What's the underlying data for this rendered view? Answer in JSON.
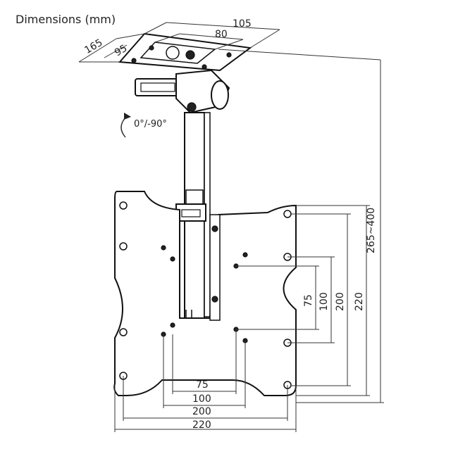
{
  "title": "Dimensions (mm)",
  "rotation_label": "0°/-90°",
  "top_plate": {
    "width": "105",
    "inner_width": "80",
    "depth": "165",
    "inner_depth": "95"
  },
  "height_label": "265~400",
  "vesa_vertical": [
    "75",
    "100",
    "200",
    "220"
  ],
  "vesa_horizontal": [
    "75",
    "100",
    "200",
    "220"
  ],
  "colors": {
    "line": "#111111",
    "dimension": "#333333",
    "background": "#ffffff"
  }
}
